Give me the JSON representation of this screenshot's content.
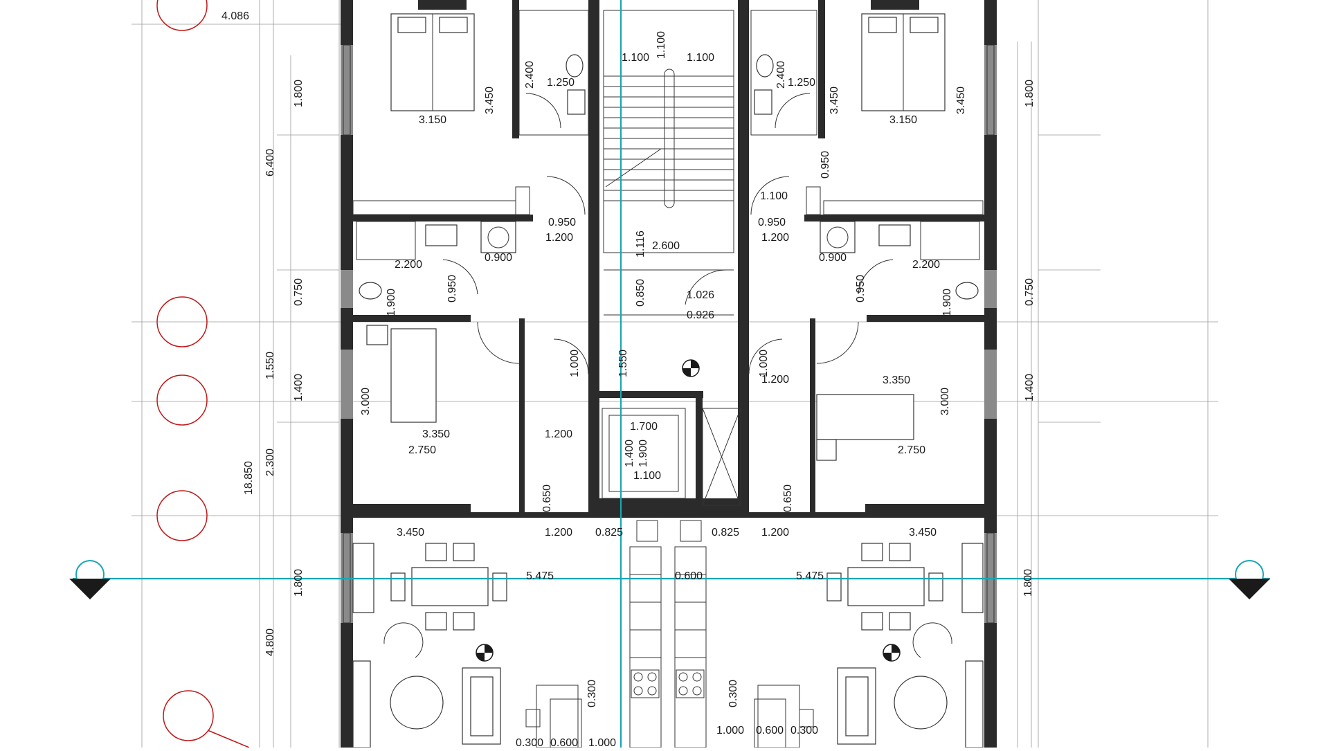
{
  "colors": {
    "wall": "#2b2b2b",
    "line": "#333333",
    "axis": "#1aa6b3",
    "grid_marker": "#c01818",
    "background": "#ffffff"
  },
  "icons": [
    "north-arrow-icon",
    "section-marker-icon",
    "grid-marker-icon"
  ],
  "dims": {
    "top_left_width": "4.086",
    "overall_height": "18.850",
    "left_6400": "6.400",
    "left_1550": "1.550",
    "left_2300": "2.300",
    "left_4800": "4.800",
    "left_1800_a": "1.800",
    "left_0750": "0.750",
    "left_1400": "1.400",
    "left_1800_b": "1.800",
    "right_1800_a": "1.800",
    "right_0750": "0.750",
    "right_1400": "1.400",
    "right_1800_b": "1.800",
    "bed_l_w": "3.150",
    "bed_l_h": "3.450",
    "bath_l_h": "2.400",
    "bath_l_w": "1.250",
    "stair_w_l": "1.100",
    "stair_w_r": "1.100",
    "stair_h": "1.100",
    "bed_r_w": "3.150",
    "bed_r_h_a": "3.450",
    "bed_r_h_b": "3.450",
    "bath_r_h": "2.400",
    "bath_r_w": "1.250",
    "r_0950_v": "0.950",
    "r_1100": "1.100",
    "l_door_0950": "0.950",
    "l_door_1200": "1.200",
    "r_door_0950": "0.950",
    "r_door_1200": "1.200",
    "stair_1116": "1.116",
    "stair_2600": "2.600",
    "stair_0850": "0.850",
    "stair_1026": "1.026",
    "stair_0926": "0.926",
    "l_wc_2200": "2.200",
    "l_wc_0900": "0.900",
    "l_wc_0950": "0.950",
    "l_wc_1900": "1.900",
    "r_wc_2200": "2.200",
    "r_wc_0900": "0.900",
    "r_wc_0950": "0.950",
    "r_wc_1900": "1.900",
    "lobby_1000_l": "1.000",
    "lobby_1550": "1.550",
    "lobby_1000_r": "1.000",
    "lobby_1200_r": "1.200",
    "bed2_l_3000": "3.000",
    "bed2_l_3350": "3.350",
    "bed2_l_2750": "2.750",
    "bed2_l_1200": "1.200",
    "bed2_l_0650": "0.650",
    "bed2_r_3350": "3.350",
    "bed2_r_3000": "3.000",
    "bed2_r_2750": "2.750",
    "bed2_r_0650": "0.650",
    "lift_1700": "1.700",
    "lift_1400": "1.400",
    "lift_1900": "1.900",
    "lift_1100": "1.100",
    "liv_l_3450": "3.450",
    "liv_l_1200": "1.200",
    "liv_l_0825": "0.825",
    "liv_r_0825": "0.825",
    "liv_r_1200": "1.200",
    "liv_r_3450": "3.450",
    "liv_l_5475": "5.475",
    "kitchen_0600": "0.600",
    "liv_r_5475": "5.475",
    "liv_l_0300_v": "0.300",
    "liv_r_0300_v": "0.300",
    "bot_l_0300": "0.300",
    "bot_l_0600": "0.600",
    "bot_l_1000": "1.000",
    "bot_r_1000": "1.000",
    "bot_r_0600": "0.600",
    "bot_r_0300": "0.300"
  }
}
